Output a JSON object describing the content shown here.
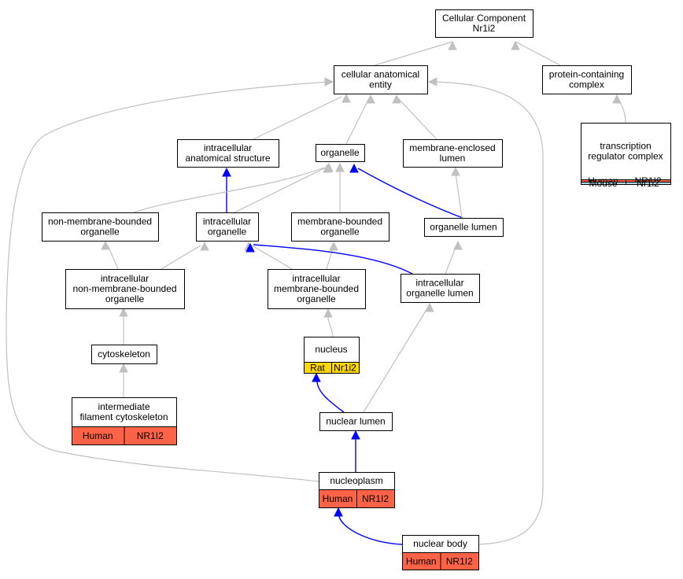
{
  "colors": {
    "human": "#ff6347",
    "mouse": "#add8e6",
    "rat": "#ffd700",
    "edge_default": "#c0c0c0",
    "edge_highlight": "#0000ff"
  },
  "nodes": {
    "root": {
      "lines": [
        "Cellular Component",
        "Nr1i2"
      ]
    },
    "cae": {
      "lines": [
        "cellular anatomical",
        "entity"
      ]
    },
    "pcc": {
      "lines": [
        "protein-containing",
        "complex"
      ]
    },
    "trc": {
      "lines": [
        "transcription",
        "regulator complex"
      ],
      "cells": [
        [
          "Human",
          "NR1I2"
        ],
        [
          "Mouse",
          "Nr1i2"
        ]
      ]
    },
    "ias": {
      "lines": [
        "intracellular",
        "anatomical structure"
      ]
    },
    "org": {
      "lines": [
        "organelle"
      ]
    },
    "mel": {
      "lines": [
        "membrane-enclosed",
        "lumen"
      ]
    },
    "nmbo": {
      "lines": [
        "non-membrane-bounded",
        "organelle"
      ]
    },
    "io": {
      "lines": [
        "intracellular",
        "organelle"
      ]
    },
    "mbo": {
      "lines": [
        "membrane-bounded",
        "organelle"
      ]
    },
    "ol": {
      "lines": [
        "organelle lumen"
      ]
    },
    "inmbo": {
      "lines": [
        "intracellular",
        "non-membrane-bounded",
        "organelle"
      ]
    },
    "imbo": {
      "lines": [
        "intracellular",
        "membrane-bounded",
        "organelle"
      ]
    },
    "iol": {
      "lines": [
        "intracellular",
        "organelle lumen"
      ]
    },
    "cyto": {
      "lines": [
        "cytoskeleton"
      ]
    },
    "nuc": {
      "lines": [
        "nucleus"
      ],
      "cells": [
        [
          "Rat",
          "Nr1i2"
        ]
      ]
    },
    "ifc": {
      "lines": [
        "intermediate",
        "filament cytoskeleton"
      ],
      "cells": [
        [
          "Human",
          "NR1I2"
        ]
      ]
    },
    "nl": {
      "lines": [
        "nuclear lumen"
      ]
    },
    "np": {
      "lines": [
        "nucleoplasm"
      ],
      "cells": [
        [
          "Human",
          "NR1I2"
        ]
      ]
    },
    "nb": {
      "lines": [
        "nuclear body"
      ],
      "cells": [
        [
          "Human",
          "NR1I2"
        ]
      ]
    }
  },
  "edges": [
    {
      "from": "cae",
      "to": "root",
      "style": "default"
    },
    {
      "from": "pcc",
      "to": "root",
      "style": "default"
    },
    {
      "from": "trc",
      "to": "pcc",
      "style": "default"
    },
    {
      "from": "ias",
      "to": "cae",
      "style": "default"
    },
    {
      "from": "org",
      "to": "cae",
      "style": "default"
    },
    {
      "from": "mel",
      "to": "cae",
      "style": "default"
    },
    {
      "from": "io",
      "to": "ias",
      "style": "highlight"
    },
    {
      "from": "io",
      "to": "org",
      "style": "default"
    },
    {
      "from": "nmbo",
      "to": "org",
      "style": "default"
    },
    {
      "from": "mbo",
      "to": "org",
      "style": "default"
    },
    {
      "from": "ol",
      "to": "org",
      "style": "highlight"
    },
    {
      "from": "ol",
      "to": "mel",
      "style": "default"
    },
    {
      "from": "inmbo",
      "to": "nmbo",
      "style": "default"
    },
    {
      "from": "inmbo",
      "to": "io",
      "style": "default"
    },
    {
      "from": "imbo",
      "to": "io",
      "style": "default"
    },
    {
      "from": "imbo",
      "to": "mbo",
      "style": "default"
    },
    {
      "from": "iol",
      "to": "io",
      "style": "highlight"
    },
    {
      "from": "iol",
      "to": "ol",
      "style": "default"
    },
    {
      "from": "cyto",
      "to": "inmbo",
      "style": "default"
    },
    {
      "from": "nuc",
      "to": "imbo",
      "style": "default"
    },
    {
      "from": "ifc",
      "to": "cyto",
      "style": "default"
    },
    {
      "from": "nl",
      "to": "nuc",
      "style": "highlight"
    },
    {
      "from": "nl",
      "to": "iol",
      "style": "default"
    },
    {
      "from": "np",
      "to": "nl",
      "style": "highlight"
    },
    {
      "from": "np",
      "to": "cae",
      "style": "default"
    },
    {
      "from": "nb",
      "to": "np",
      "style": "highlight"
    },
    {
      "from": "nb",
      "to": "cae",
      "style": "default"
    }
  ]
}
